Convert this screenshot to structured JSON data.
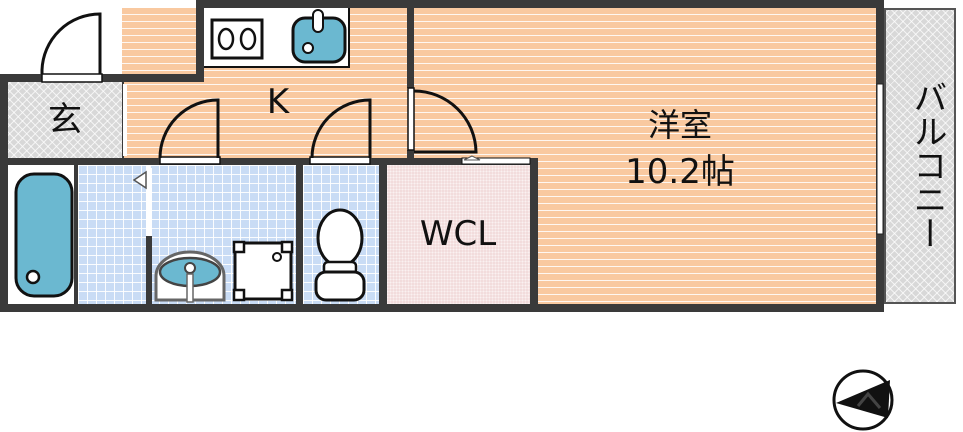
{
  "floorplan": {
    "rooms": {
      "entrance": {
        "label": "玄"
      },
      "kitchen": {
        "label": "K"
      },
      "western_room": {
        "label": "洋室",
        "size": "10.2帖"
      },
      "walk_in_closet": {
        "label": "WCL"
      },
      "balcony": {
        "label": "バルコニー"
      },
      "bathroom": {
        "label": ""
      },
      "washroom": {
        "label": ""
      },
      "toilet": {
        "label": ""
      }
    },
    "fixtures": [
      "stove-burners",
      "kitchen-sink",
      "bathtub",
      "wash-basin",
      "washing-machine-pan",
      "toilet"
    ],
    "compass": {
      "direction_icon": "north-arrow"
    },
    "colors": {
      "wall": "#3a3a3a",
      "wood_floor": "#f9c9a0",
      "tile_floor": "#c9dcf5",
      "entrance_floor": "#d8d8d8",
      "closet_floor": "#f2dcdc",
      "fixture_blue": "#6bb8d0"
    }
  }
}
